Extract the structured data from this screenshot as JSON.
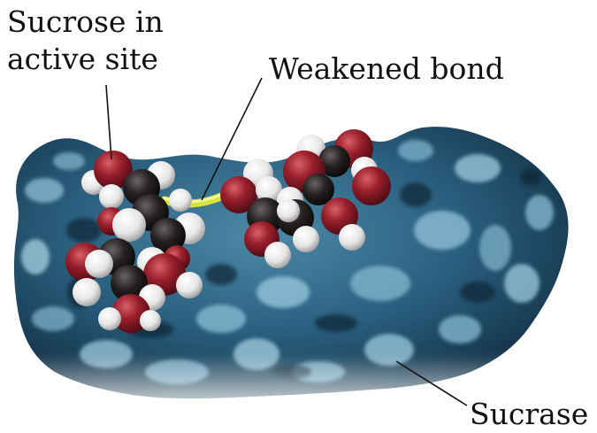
{
  "labels": {
    "sucrose_line1": "Sucrose in",
    "sucrose_line2": "active site",
    "weakened_bond": "Weakened bond",
    "sucrase": "Sucrase"
  },
  "colors": {
    "enzyme_dark": "#16384f",
    "enzyme_mid": "#2f6a8a",
    "enzyme_light": "#8fc0d8",
    "oxygen": "#8e1c28",
    "carbon": "#1e1a1a",
    "hydrogen": "#ececec",
    "bond": "#d9e33a"
  }
}
